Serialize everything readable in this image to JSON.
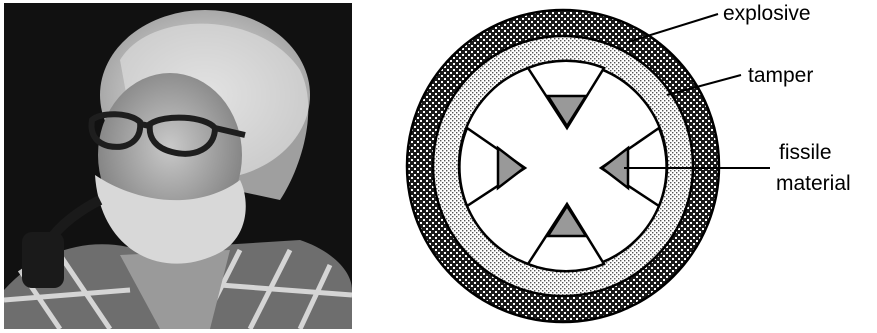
{
  "colors": {
    "background": "#ffffff",
    "ink": "#000000",
    "explosive_fill": "#1a1a1a",
    "tamper_fill": "#cfcfcf",
    "fissile_fill": "#999999",
    "photo_background": "#111111"
  },
  "photo": {
    "subject": "portrait photograph of an elderly man with glasses, beard and a pipe"
  },
  "diagram": {
    "labels": {
      "explosive": "explosive",
      "tamper": "tamper",
      "fissile_line1": "fissile",
      "fissile_line2": "material"
    }
  }
}
